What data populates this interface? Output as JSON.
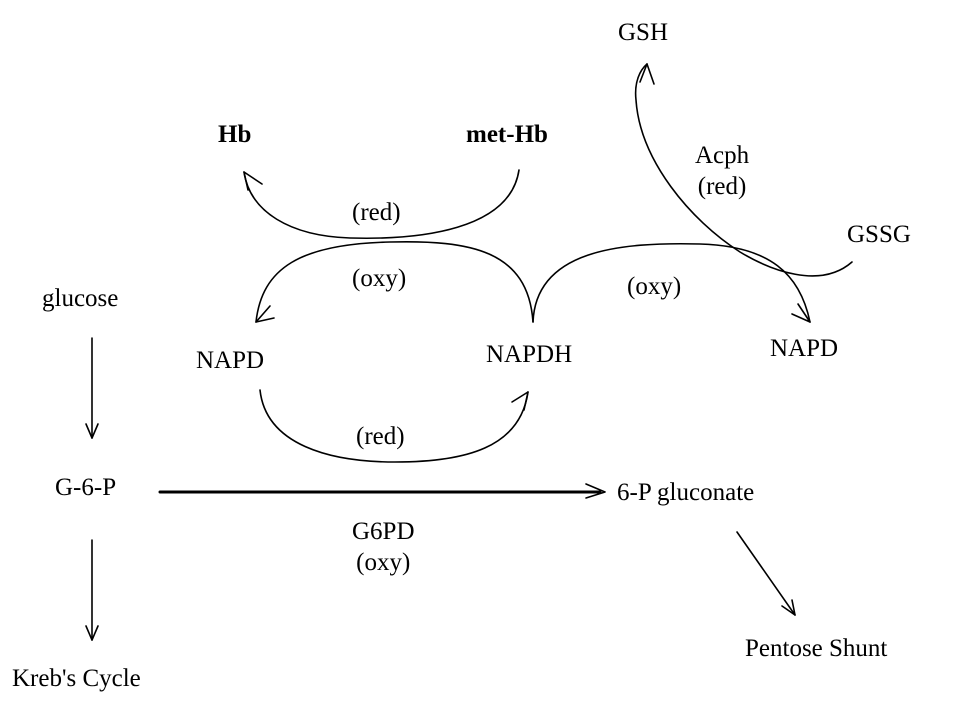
{
  "labels": {
    "gsh": "GSH",
    "hb": "Hb",
    "met_hb": "met-Hb",
    "acph": "Acph",
    "acph_red": "(red)",
    "gssg": "GSSG",
    "hb_red": "(red)",
    "oxy_left": "(oxy)",
    "oxy_right": "(oxy)",
    "glucose": "glucose",
    "napd_left": "NAPD",
    "napdh": "NAPDH",
    "napd_right": "NAPD",
    "red_bottom": "(red)",
    "g6p": "G-6-P",
    "gluconate": "6-P gluconate",
    "g6pd": "G6PD",
    "g6pd_oxy": "(oxy)",
    "pentose": "Pentose Shunt",
    "krebs": "Kreb's Cycle"
  },
  "colors": {
    "ink": "#000000",
    "background": "#ffffff"
  }
}
